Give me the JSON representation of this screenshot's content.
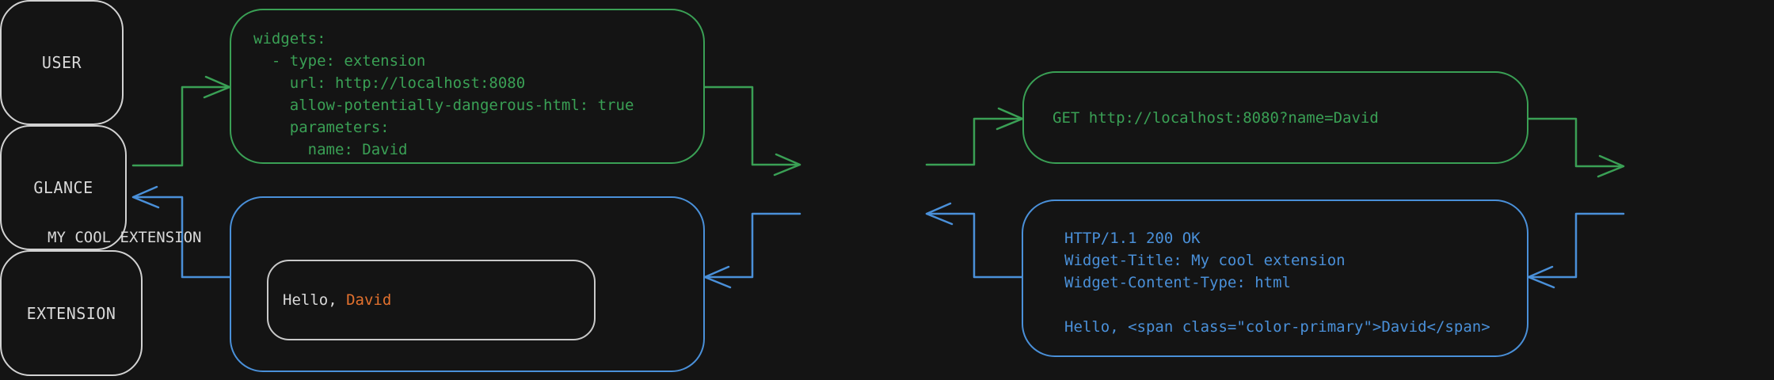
{
  "colors": {
    "background": "#141414",
    "green": "#3aa055",
    "blue": "#4a90d9",
    "orange": "#e2712e",
    "gray_text": "#d9d9d9",
    "node_border": "#d2d2d2",
    "inner_border": "#c9c9c9"
  },
  "nodes": {
    "user": {
      "label": "USER"
    },
    "glance": {
      "label": "GLANCE"
    },
    "extension": {
      "label": "EXTENSION"
    }
  },
  "config_box": {
    "lines": [
      "widgets:",
      "  - type: extension",
      "    url: http://localhost:8080",
      "    allow-potentially-dangerous-html: true",
      "    parameters:",
      "      name: David"
    ]
  },
  "request_box": {
    "text": "GET http://localhost:8080?name=David"
  },
  "response_box": {
    "lines": [
      "HTTP/1.1 200 OK",
      "Widget-Title: My cool extension",
      "Widget-Content-Type: html",
      "",
      "Hello, <span class=\"color-primary\">David</span>"
    ]
  },
  "widget_box": {
    "title": "MY COOL EXTENSION",
    "greeting_prefix": "Hello, ",
    "greeting_name": "David"
  }
}
